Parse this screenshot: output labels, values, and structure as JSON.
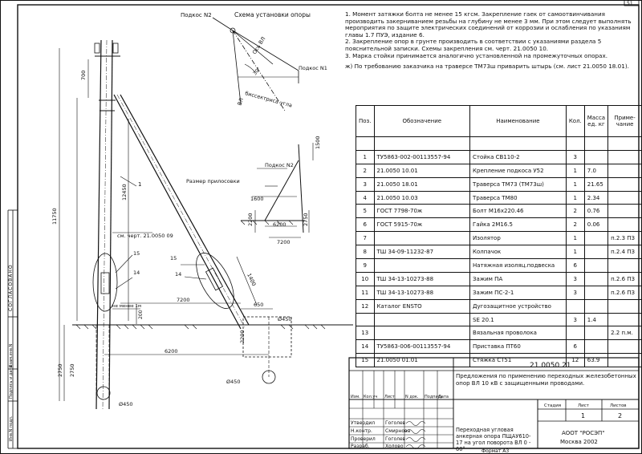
{
  "page_number": "51",
  "format": "Формат А3",
  "notes": [
    "1. Момент затяжки болта не менее 15 кгсм. Закрепление гаек от самоотвинчивания производить закерниванием резьбы на глубину не менее 3 мм. При этом следует выполнять мероприятия по защите электрических соединений от коррозии и ослабления по указаниям главы 1.7 ПУЭ, издание 6.",
    "2. Закрепление опор в грунте производить в соответствии с указаниями раздела 5 пояснительной записки. Схемы закрепления см. черт. 21.0050 10.",
    "3. Марка стойки принимается аналогично установленной на промежуточных опорах.",
    "ж) По требованию заказчика на траверсе ТМ73ш приварить штырь (см. лист 21.0050 18.01)."
  ],
  "scheme": {
    "title": "Схема установки опоры",
    "brace2": "Подкос N2",
    "brace1": "Подкос N1",
    "axis_vl": "Ось ВЛ",
    "bisector": "биссектриса угла",
    "angle": "30°",
    "vl": "ВЛ"
  },
  "drawing": {
    "brace2": "Подкос N2",
    "bracing_size": "Размер прилосовки",
    "leader": "1",
    "see_sheet": "см. черт. 21.0050 09",
    "callout15a": "15",
    "callout14a": "14",
    "callout15b": "15",
    "callout14b": "14",
    "not_less": "не менее 1м",
    "dims": {
      "d700": "700",
      "d12450": "12450",
      "d11750": "11750",
      "d2750a": "2750",
      "d1500": "1500",
      "d1600": "1600",
      "d2200a": "2200",
      "d6200a": "6200",
      "d2750b": "2750",
      "d7200a": "7200",
      "d1400": "1400",
      "d7200b": "7200",
      "d650": "650",
      "d200": "200",
      "d2200b": "2200",
      "d6200b": "6200",
      "d2750c": "2750",
      "phi450a": "Ø450",
      "phi450b": "Ø450",
      "phi450c": "Ø450"
    }
  },
  "spec": {
    "headers": [
      "Поз.",
      "Обозначение",
      "Наименование",
      "Кол.",
      "Масса ед. кг",
      "Приме-чание"
    ],
    "rows": [
      [
        "1",
        "ТУ5863-002-00113557-94",
        "Стойка СВ110-2",
        "3",
        "",
        ""
      ],
      [
        "2",
        "21.0050 10.01",
        "Крепление подкоса У52",
        "1",
        "7.0",
        ""
      ],
      [
        "3",
        "21.0050 18.01",
        "Траверса ТМ73 (ТМ73ш)",
        "1",
        "21.65",
        ""
      ],
      [
        "4",
        "21.0050 10.03",
        "Траверса ТМ80",
        "1",
        "2.34",
        ""
      ],
      [
        "5",
        "ГОСТ 7798-70ж",
        "Болт М16х220.46",
        "2",
        "0.76",
        ""
      ],
      [
        "6",
        "ГОСТ 5915-70ж",
        "Гайка 2М16.5",
        "2",
        "0.06",
        ""
      ],
      [
        "7",
        "",
        "Изолятор",
        "1",
        "",
        "п.2.3 ПЗ"
      ],
      [
        "8",
        "ТШ 34-09-11232-87",
        "Колпачок",
        "1",
        "",
        "п.2.4 ПЗ"
      ],
      [
        "9",
        "",
        "Натяжная изоляц.подвеска",
        "6",
        "",
        ""
      ],
      [
        "10",
        "ТШ 34-13-10273-88",
        "Зажим ПА",
        "3",
        "",
        "п.2.6 ПЗ"
      ],
      [
        "11",
        "ТШ 34-13-10273-88",
        "Зажим ПС-2-1",
        "3",
        "",
        "п.2.6 ПЗ"
      ],
      [
        "12",
        "Каталог ENSTO",
        "Дугозащитное устройство",
        "",
        "",
        ""
      ],
      [
        "",
        "",
        "SE 20.1",
        "3",
        "1.4",
        ""
      ],
      [
        "13",
        "",
        "Вязальная проволока",
        "",
        "",
        "2.2 п.м."
      ],
      [
        "14",
        "ТУ5863-006-00113557-94",
        "Приставка ПТ60",
        "6",
        "",
        ""
      ],
      [
        "15",
        "21.0050 01.01",
        "Стяжка СТ51",
        "12",
        "63.9",
        ""
      ]
    ]
  },
  "title_block": {
    "code": "21.0050 21",
    "project": "Предложения по применению переходных железобетонных опор ВЛ 10 кВ с защищенными проводами.",
    "revision_headers": [
      "Изм.",
      "Кол.уч",
      "Лист",
      "N док.",
      "Подпись",
      "Дата"
    ],
    "stage_headers": [
      "Стадия",
      "Лист",
      "Листов"
    ],
    "sheet": "1",
    "sheets": "2",
    "drawing_name": "Переходная угловая анкерная опора ПЩАУ610-17 на угол поворота ВЛ 0 - 60°",
    "org": "АООТ \"РОСЭП\"",
    "city": "Москва 2002",
    "people": [
      [
        "Утвердил",
        "Гоголев"
      ],
      [
        "Н.контр.",
        "Смирнова"
      ],
      [
        "Проверил",
        "Гоголев"
      ],
      [
        "Разраб.",
        "Холово"
      ]
    ]
  },
  "sidebar": {
    "agreed": "СОГЛАСОВАНО",
    "inv_no": "Инв.N подл.",
    "sign_date": "Подпись и дата",
    "replace_inv": "Взам.инв.N"
  }
}
